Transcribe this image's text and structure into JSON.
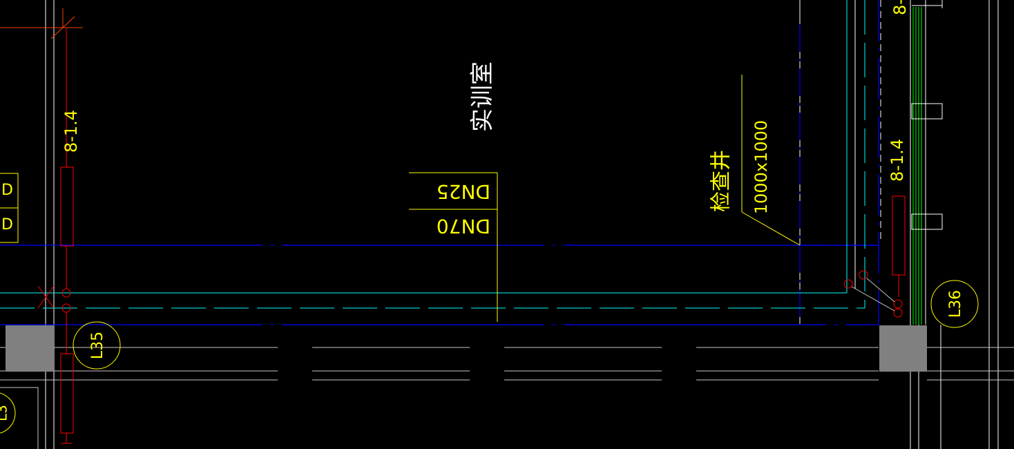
{
  "colors": {
    "background": "#000000",
    "wall": "#ffffff",
    "dim": "#c8c8c8",
    "axis": "#0000ff",
    "pipe": "#00ffff",
    "label": "#ffff00",
    "fixture": "#ff0000",
    "orange": "#ff4000",
    "green": "#00ff00",
    "column": "#808080"
  },
  "labels": {
    "room_name": "实训室",
    "pipe_dn25": "DN25",
    "pipe_dn70": "DN70",
    "manhole_name": "检查井",
    "manhole_size": "1000x1000",
    "spec_left": "8-1.4",
    "spec_right": "8-1.4",
    "spec_top_right": "8-",
    "grid_l35": "L35",
    "grid_l36": "L36",
    "grid_partial_left": "D",
    "grid_partial_left_2": "D",
    "grid_partial_bottom_left": "L3"
  }
}
